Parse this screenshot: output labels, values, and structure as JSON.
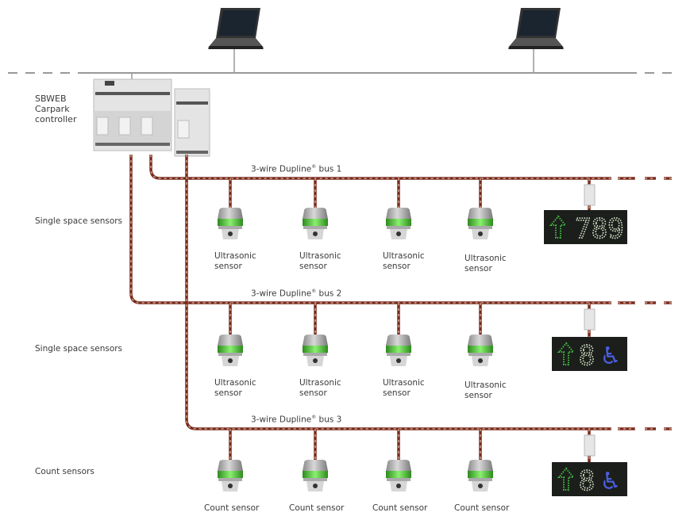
{
  "controller": {
    "label_lines": [
      "SBWEB",
      "Carpark",
      "controller"
    ]
  },
  "buses": [
    {
      "label": "3-wire Dupline",
      "mark": "®",
      "suffix": " bus 1",
      "row_label": "Single space sensors",
      "sensor_label": [
        "Ultrasonic",
        "sensor"
      ],
      "display": {
        "text": "789",
        "arrow": "up",
        "wheelchair": false
      }
    },
    {
      "label": "3-wire Dupline",
      "mark": "®",
      "suffix": " bus 2",
      "row_label": "Single space sensors",
      "sensor_label": [
        "Ultrasonic",
        "sensor"
      ],
      "display": {
        "text": "8",
        "arrow": "up",
        "wheelchair": true
      }
    },
    {
      "label": "3-wire Dupline",
      "mark": "®",
      "suffix": " bus 3",
      "row_label": "Count sensors",
      "sensor_label": [
        "Count sensor"
      ],
      "display": {
        "text": "8",
        "arrow": "up",
        "wheelchair": true
      }
    }
  ],
  "sensors_per_bus": 4,
  "icons": [
    "laptop-icon",
    "laptop-icon",
    "controller-device",
    "ultrasonic-sensor",
    "led-display",
    "bus-module"
  ],
  "colors": {
    "cable": "#7a2a1e",
    "cable_stripe": "#c9a48a",
    "sensor_led": "#6ad04a",
    "display_green": "#3fbf3f",
    "display_digits": "#d8e8c8",
    "wheelchair": "#4a5fe0",
    "network": "#9a9a9a"
  }
}
